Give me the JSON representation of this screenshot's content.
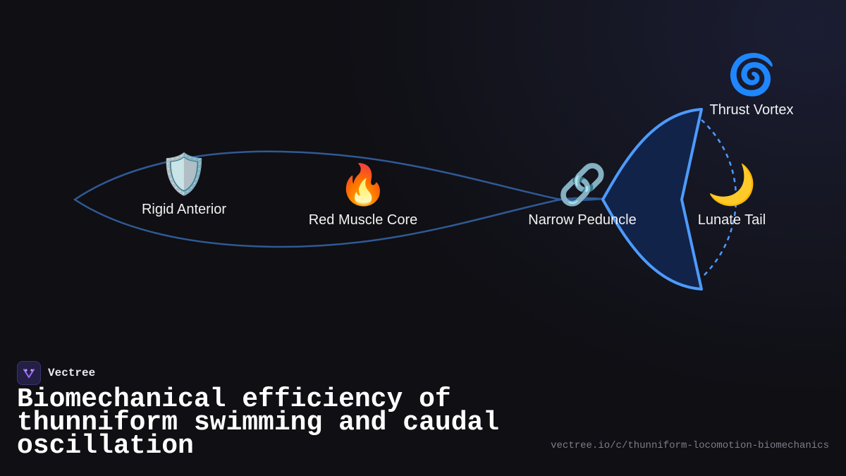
{
  "brand": {
    "name": "Vectree"
  },
  "title": "Biomechanical efficiency of thunniform swimming and caudal oscillation",
  "url": "vectree.io/c/thunniform-locomotion-biomechanics",
  "colors": {
    "accent": "#4d9bff",
    "outline": "#2f5a94",
    "tail_fill": "#12234a",
    "background": "#0f0f14"
  },
  "nodes": [
    {
      "id": "rigid",
      "emoji": "🛡️",
      "icon": "shield-icon",
      "label": "Rigid Anterior"
    },
    {
      "id": "muscle",
      "emoji": "🔥",
      "icon": "fire-icon",
      "label": "Red Muscle Core"
    },
    {
      "id": "peduncle",
      "emoji": "🔗",
      "icon": "link-icon",
      "label": "Narrow Peduncle"
    },
    {
      "id": "tail",
      "emoji": "🌙",
      "icon": "crescent-moon-icon",
      "label": "Lunate Tail"
    },
    {
      "id": "vortex",
      "emoji": "🌀",
      "icon": "cyclone-icon",
      "label": "Thrust Vortex"
    }
  ]
}
